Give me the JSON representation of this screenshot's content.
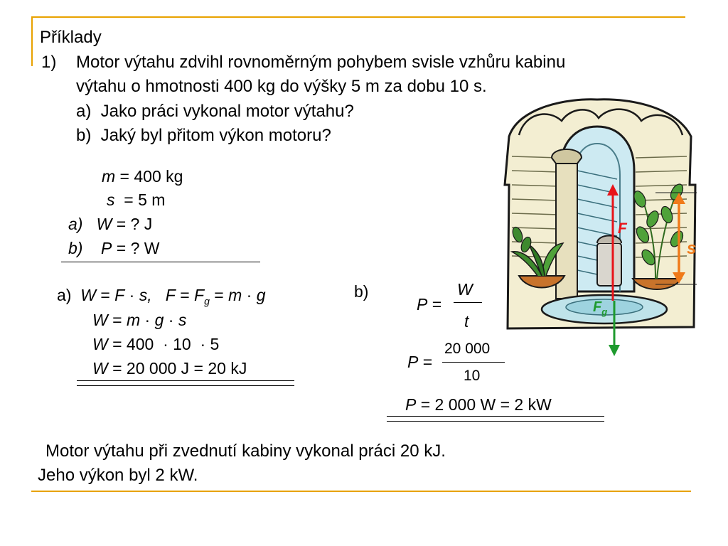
{
  "slide": {
    "heading": "Příklady",
    "problem_number": "1)",
    "problem_line1": "Motor výtahu zdvihl rovnoměrným pohybem svisle vzhůru kabinu",
    "problem_line2": "výtahu o hmotnosti 400 kg do výšky 5 m za dobu 10 s.",
    "question_a": "a)  Jako práci vykonal motor výtahu?",
    "question_b": "b)  Jaký byl přitom výkon motoru?"
  },
  "given": {
    "m_sym": "m",
    "m_val": " = 400 kg",
    "s_sym": "s",
    "s_val": "  = 5 m",
    "a_label": "a)",
    "w_sym": "W",
    "w_val": " = ? J",
    "b_label": "b)",
    "p_sym": "P",
    "p_val": " = ? W"
  },
  "solution_a": {
    "label": "a)",
    "line1_W": "W",
    "line1_eq1": " = ",
    "line1_F": "F",
    "line1_dot": " · ",
    "line1_s": "s,",
    "line1_F2": "F",
    "line1_eq2": " = ",
    "line1_Fg": "F",
    "line1_g_sub": "g",
    "line1_eq3": " = ",
    "line1_m": "m",
    "line1_dot2": " · ",
    "line1_g": "g",
    "line2_W": "W",
    "line2_rest_eq": " = ",
    "line2_m": "m",
    "line2_dot1": " · ",
    "line2_g": "g",
    "line2_dot2": " · ",
    "line2_s": "s",
    "line3_W": "W",
    "line3_rest": " = 400  · 10  · 5",
    "line4_W": "W",
    "line4_rest": " = 20 000 J = 20 kJ"
  },
  "solution_b": {
    "label": "b)",
    "f1_P": "P",
    "f1_eq": " =",
    "f1_num": "W",
    "f1_den": "t",
    "f2_P": "P",
    "f2_eq": " =",
    "f2_num": "20 000",
    "f2_den": "10",
    "result_P": "P",
    "result_rest": " = 2 000 W = 2 kW"
  },
  "figure": {
    "force_up": "F",
    "force_down": "F",
    "force_down_sub": "g",
    "height": "s"
  },
  "conclusion": {
    "line1": "Motor výtahu při zvednutí kabiny vykonal práci 20 kJ.",
    "line2": "Jeho výkon byl 2 kW."
  },
  "colors": {
    "accent_rule": "#E8A200",
    "force_up": "#E8141A",
    "force_down": "#1E9A2E",
    "height_arrow": "#F07A1A"
  }
}
